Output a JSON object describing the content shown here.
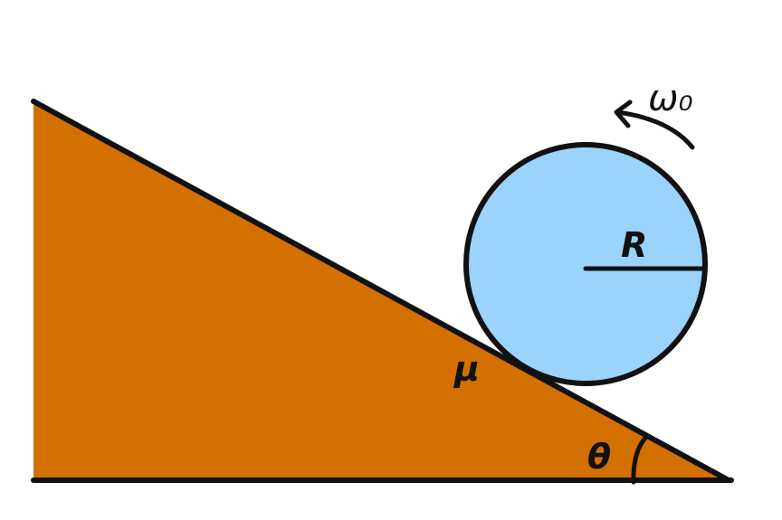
{
  "labels": {
    "angular_velocity": "ω₀",
    "radius": "R",
    "friction": "μ",
    "angle": "θ"
  },
  "colors": {
    "incline_fill": "#D47000",
    "ball_fill": "#9AD3FC",
    "stroke": "#111111",
    "background": "#FFFFFF"
  },
  "icons": {
    "rotation_arrow": "counterclockwise-arc-arrow-icon"
  }
}
